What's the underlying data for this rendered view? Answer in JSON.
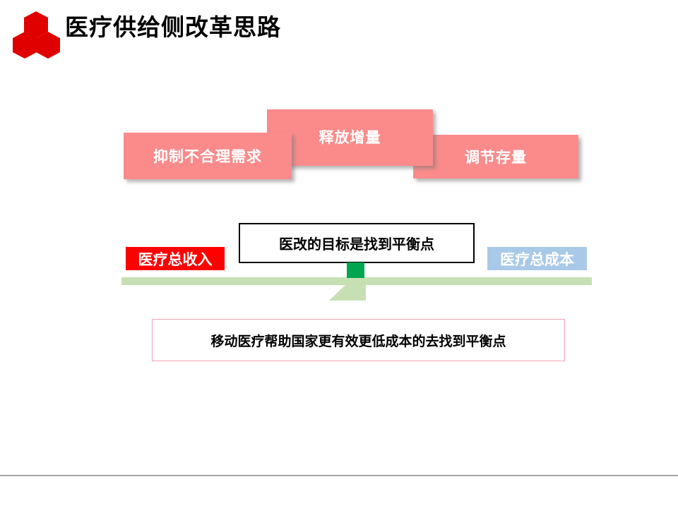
{
  "slide": {
    "title": "医疗供给侧改革思路",
    "logo_icon": "hexagon-cluster-logo",
    "background_color": "#FFFFFF"
  },
  "supply_measures": {
    "boxes": [
      {
        "label": "抑制不合理需求",
        "color": "#FB8B8B"
      },
      {
        "label": "释放增量",
        "color": "#FB8B8B"
      },
      {
        "label": "调节存量",
        "color": "#FB8B8B"
      }
    ]
  },
  "balance": {
    "left_label": "医疗总收入",
    "left_color": "#FF0000",
    "right_label": "医疗总成本",
    "right_color": "#A9C9E9",
    "goal_text": "医改的目标是找到平衡点",
    "beam_color": "#C6E0B4",
    "fulcrum_color": "#00A64F"
  },
  "conclusion": {
    "text": "移动医疗帮助国家更有效更低成本的去找到平衡点",
    "border_color": "#F0A4B4"
  },
  "footer": {
    "rule_color": "#A6A6A6"
  }
}
